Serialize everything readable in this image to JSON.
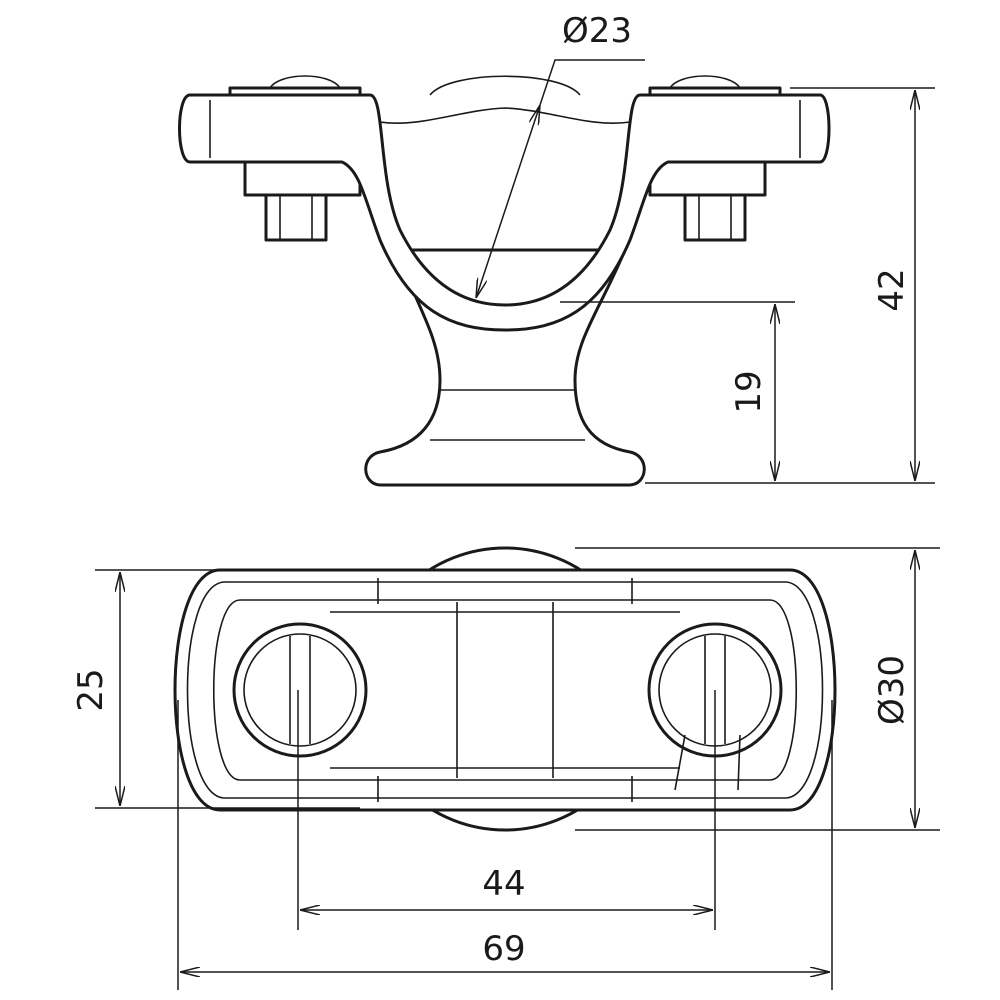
{
  "drawing": {
    "front_view": {
      "dim_diameter_pipe": "Ø23",
      "dim_total_height": "42",
      "dim_base_height": "19"
    },
    "top_view": {
      "dim_width": "25",
      "dim_diameter_base": "Ø30",
      "dim_bolt_spacing": "44",
      "dim_total_length": "69"
    },
    "line_color": "#1a1a1a"
  }
}
